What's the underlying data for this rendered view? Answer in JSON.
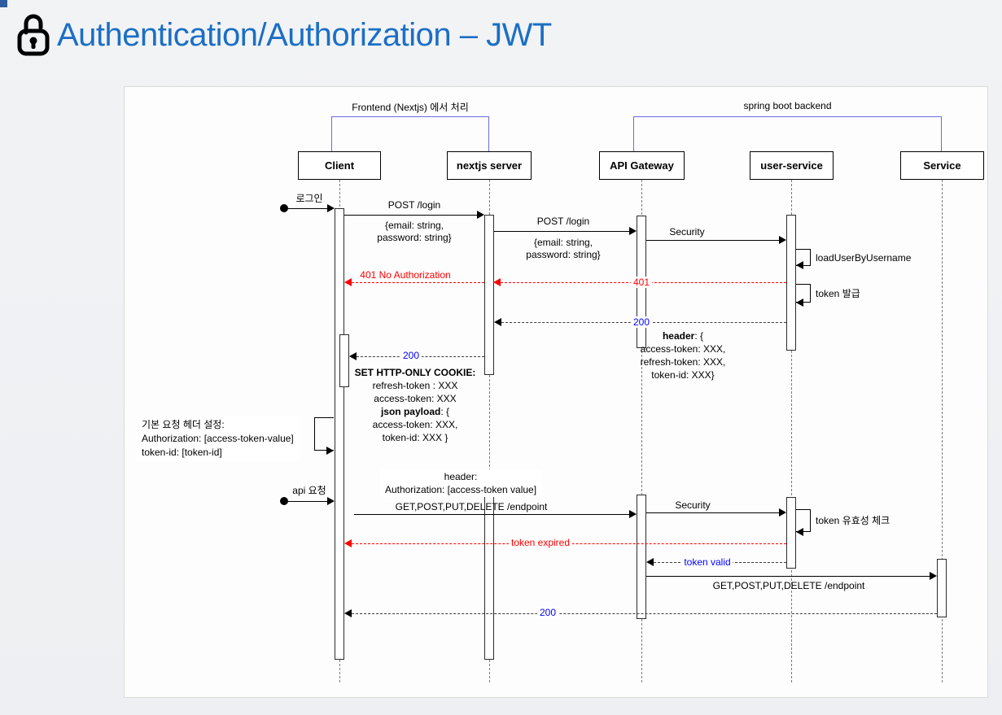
{
  "page": {
    "title": "Authentication/Authorization – JWT"
  },
  "groups": {
    "frontend": "Frontend (Nextjs) 에서 처리",
    "backend": "spring boot backend"
  },
  "participants": [
    {
      "label": "Client"
    },
    {
      "label": "nextjs server"
    },
    {
      "label": "API Gateway"
    },
    {
      "label": "user-service"
    },
    {
      "label": "Service"
    }
  ],
  "messages": {
    "login_trigger": "로그인",
    "post_login_client": "POST /login",
    "post_login_client_body1": "{email: string,",
    "post_login_client_body2": "password: string}",
    "post_login_gateway": "POST /login",
    "post_login_gateway_body1": "{email: string,",
    "post_login_gateway_body2": "password: string}",
    "security_login": "Security",
    "load_user_by_username": "loadUserByUsername",
    "issue_token": "token 발급",
    "status_401": "401",
    "status_401_no_auth": "401 No Authorization",
    "status_200_to_next": "200",
    "status_200_to_client": "200",
    "status_200_final": "200",
    "header_block_bold": "header",
    "header_block_rest": ": {",
    "header_block_line2": "access-token: XXX,",
    "header_block_line3": "refresh-token: XXX,",
    "header_block_line4": "token-id: XXX}",
    "cookie_line1": "SET HTTP-ONLY COOKIE:",
    "cookie_line2": "refresh-token : XXX",
    "cookie_line3": "access-token: XXX",
    "cookie_line4_bold": "json payload",
    "cookie_line4_rest": ": {",
    "cookie_line5": "access-token: XXX,",
    "cookie_line6": "token-id: XXX }",
    "default_header_line1": "기본 요청 헤더 설정:",
    "default_header_line2": "Authorization:  [access-token-value]",
    "default_header_line3": "token-id: [token-id]",
    "api_trigger": "api 요청",
    "request_header_line1": "header:",
    "request_header_line2": "Authorization: [access-token value]",
    "endpoint_call_client": "GET,POST,PUT,DELETE /endpoint",
    "security_api": "Security",
    "token_validity_check": "token 유효성 체크",
    "token_expired": "token expired",
    "token_valid": "token valid",
    "endpoint_call_service": "GET,POST,PUT,DELETE /endpoint"
  },
  "colors": {
    "title": "#1b6fc5",
    "error": "#ff0000",
    "info": "#0000ff",
    "group_bracket": "#6b6be0"
  }
}
